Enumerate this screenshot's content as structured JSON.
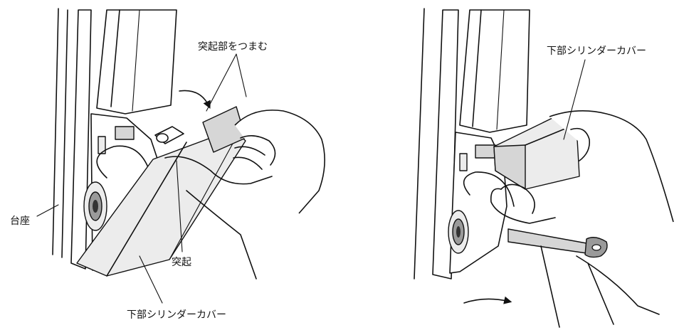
{
  "left_panel": {
    "labels": {
      "pinch_protrusion": "突起部をつまむ",
      "base": "台座",
      "protrusion": "突起",
      "lower_cylinder_cover": "下部シリンダーカバー"
    }
  },
  "right_panel": {
    "labels": {
      "lower_cylinder_cover": "下部シリンダーカバー"
    }
  }
}
